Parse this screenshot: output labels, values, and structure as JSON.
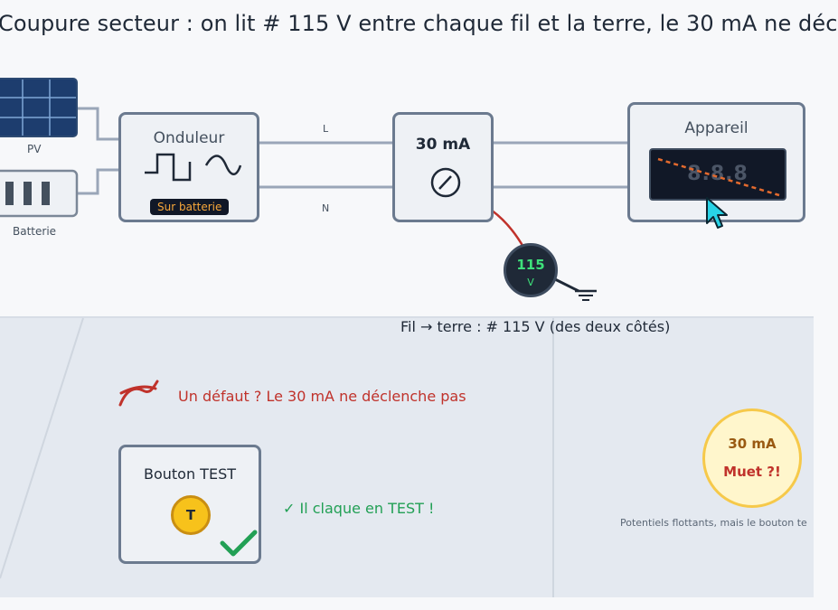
{
  "title": "Coupure secteur : on lit # 115 V entre chaque fil et la terre, le 30 mA ne déc",
  "sources": {
    "pv_label": "PV",
    "battery_label": "Batterie"
  },
  "inverter": {
    "title": "Onduleur",
    "badge": "Sur batterie"
  },
  "lines": {
    "l_label": "L",
    "n_label": "N"
  },
  "rcd": {
    "title": "30 mA"
  },
  "voltmeter": {
    "value": "115",
    "unit": "V"
  },
  "appliance": {
    "title": "Appareil",
    "display": "8.8.8"
  },
  "ground_reading": "Fil → terre : # 115 V (des deux côtés)",
  "fault_note": "Un défaut ? Le 30 mA ne déclenche pas",
  "test_box": {
    "title": "Bouton TEST",
    "button": "T"
  },
  "test_note": "✓ Il claque en TEST !",
  "mute_bubble": {
    "line1": "30 mA",
    "line2": "Muet ?!"
  },
  "floating_note": "Potentiels flottants, mais le bouton te",
  "colors": {
    "wire": "#9aa6b8",
    "box_border": "#6b7a8f",
    "accent_orange": "#f7a73a",
    "fault_red": "#c0322b",
    "ok_green": "#22a055",
    "voltage_green": "#3ee07a",
    "cursor_cyan": "#29d3e6"
  }
}
